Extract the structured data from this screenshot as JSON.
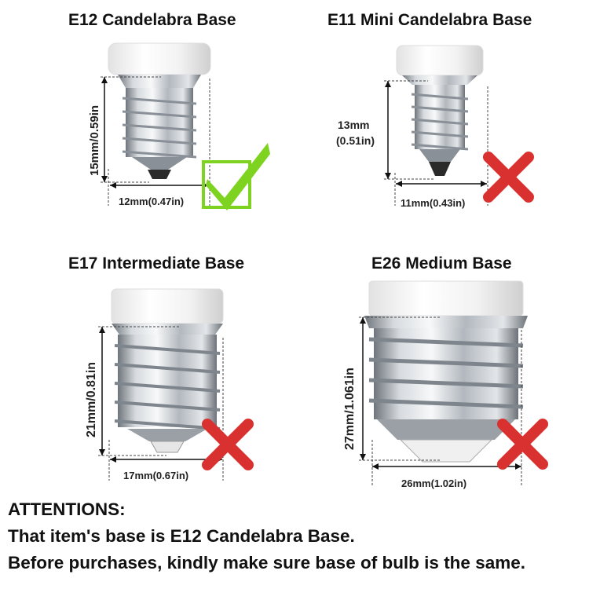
{
  "panels": [
    {
      "title": "E12 Candelabra Base",
      "height_label": "15mm/0.59in",
      "width_label": "12mm(0.47in)",
      "status": "check"
    },
    {
      "title": "E11 Mini Candelabra Base",
      "height_label_line1": "13mm",
      "height_label_line2": "(0.51in)",
      "width_label": "11mm(0.43in)",
      "status": "cross"
    },
    {
      "title": "E17 Intermediate Base",
      "height_label": "21mm/0.81in",
      "width_label": "17mm(0.67in)",
      "status": "cross"
    },
    {
      "title": "E26 Medium Base",
      "height_label": "27mm/1.061in",
      "width_label": "26mm(1.02in)",
      "status": "cross"
    }
  ],
  "notes": {
    "heading": "ATTENTIONS:",
    "line1": "That item's base is E12 Candelabra Base.",
    "line2": "Before purchases, kindly make sure base of bulb is the same."
  },
  "colors": {
    "check": "#7ed321",
    "cross": "#d9312f",
    "metal": "#b9bec4"
  },
  "icons": {
    "check": "checkmark-icon",
    "cross": "cross-icon"
  }
}
